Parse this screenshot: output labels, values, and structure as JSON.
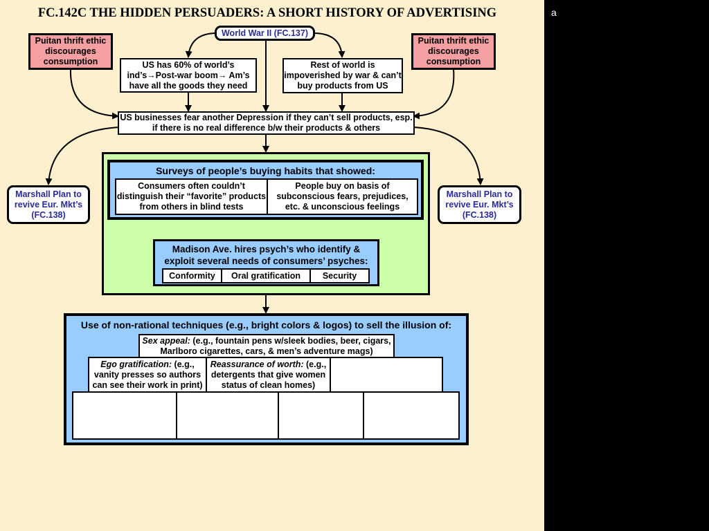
{
  "title": "FC.142C THE HIDDEN PERSUADERS: A SHORT HISTORY OF ADVERTISING",
  "side_label": "a",
  "ww2": "World War II  (FC.137)",
  "thrift_left": "Puitan thrift ethic discourages consumption",
  "thrift_right": "Puitan thrift ethic discourages consumption",
  "us_industry": "US has 60% of world’s ind’s→Post-war boom→ Am’s have all the goods they need",
  "rest_world": "Rest of world is impoverished by war & can’t buy products from US",
  "depression": "US businesses fear another Depression if they can’t sell products, esp. if there is no real difference b/w their products & others",
  "marshall_left": "Marshall Plan to revive Eur. Mkt’s (FC.138)",
  "marshall_right": "Marshall Plan to revive Eur. Mkt’s (FC.138)",
  "surveys": {
    "header": "Surveys of people’s buying habits that showed:",
    "left": "Consumers often couldn’t distinguish their “favorite” products from others in blind tests",
    "right": "People buy on basis of subconscious fears, prejudices, etc. & unconscious feelings"
  },
  "madison": {
    "header": "Madison Ave. hires psych’s who identify & exploit several needs of consumers’ psyches:",
    "needs": [
      "Conformity",
      "Oral gratification",
      "Security"
    ]
  },
  "techniques": {
    "header": "Use of non-rational techniques (e.g., bright colors & logos) to sell the illusion of:",
    "sex_appeal_label": "Sex appeal:",
    "sex_appeal_text": " (e.g., fountain pens w/sleek bodies, beer, cigars, Marlboro cigarettes, cars, & men’s adventure mags)",
    "ego_label": "Ego gratification:",
    "ego_text": " (e.g., vanity presses so authors can see their work in print)",
    "worth_label": "Reassurance of worth:",
    "worth_text": " (e.g., detergents that give women status of clean homes)"
  }
}
